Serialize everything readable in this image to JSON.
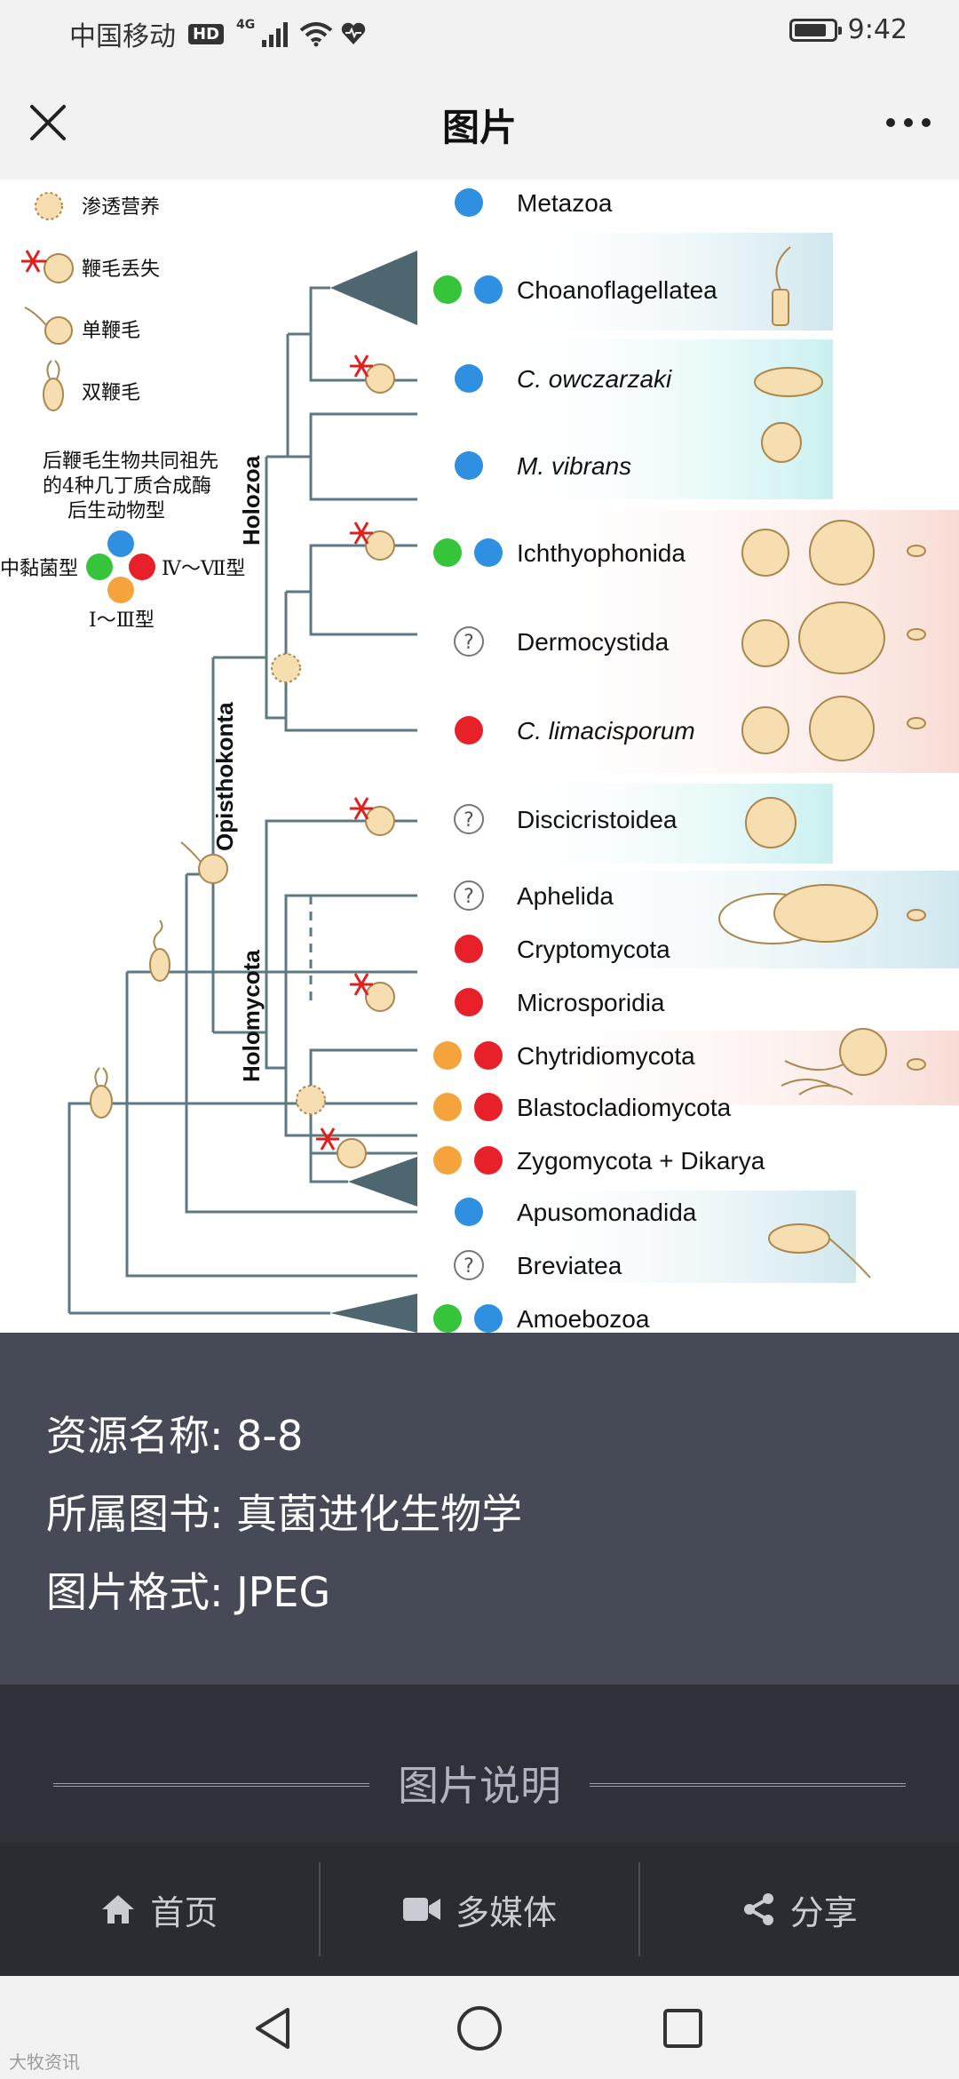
{
  "status_bar": {
    "carrier": "中国移动",
    "hd_badge": "HD",
    "network": "4G",
    "time": "9:42",
    "battery_level": 0.85
  },
  "title_bar": {
    "title": "图片"
  },
  "figure": {
    "legend": {
      "osmotrophy": "渗透营养",
      "flagellum_loss": "鞭毛丢失",
      "uniflagellate": "单鞭毛",
      "biflagellate": "双鞭毛",
      "ancestor_line1": "后鞭毛生物共同祖先",
      "ancestor_line2": "的4种几丁质合成酶",
      "ancestor_line3": "后生动物型",
      "mycetozoa_type": "中黏菌型",
      "type_4_7": "Ⅳ～Ⅶ型",
      "type_1_3": "Ⅰ～Ⅲ型"
    },
    "clades": {
      "holozoa": "Holozoa",
      "opisthokonta": "Opisthokonta",
      "holomycota": "Holomycota"
    },
    "taxa": [
      {
        "name": "Metazoa",
        "dots": [
          "blue"
        ],
        "italic": false
      },
      {
        "name": "Choanoflagellatea",
        "dots": [
          "green",
          "blue"
        ],
        "italic": false
      },
      {
        "name": "C. owczarzaki",
        "dots": [
          "blue"
        ],
        "italic": true
      },
      {
        "name": "M. vibrans",
        "dots": [
          "blue"
        ],
        "italic": true
      },
      {
        "name": "Ichthyophonida",
        "dots": [
          "green",
          "blue"
        ],
        "italic": false
      },
      {
        "name": "Dermocystida",
        "dots": [
          "unknown"
        ],
        "italic": false
      },
      {
        "name": "C. limacisporum",
        "dots": [
          "red"
        ],
        "italic": true
      },
      {
        "name": "Discicristoidea",
        "dots": [
          "unknown"
        ],
        "italic": false
      },
      {
        "name": "Aphelida",
        "dots": [
          "unknown"
        ],
        "italic": false
      },
      {
        "name": "Cryptomycota",
        "dots": [
          "red"
        ],
        "italic": false
      },
      {
        "name": "Microsporidia",
        "dots": [
          "red"
        ],
        "italic": false
      },
      {
        "name": "Chytridiomycota",
        "dots": [
          "orange",
          "red"
        ],
        "italic": false
      },
      {
        "name": "Blastocladiomycota",
        "dots": [
          "orange",
          "red"
        ],
        "italic": false
      },
      {
        "name": "Zygomycota + Dikarya",
        "dots": [
          "orange",
          "red"
        ],
        "italic": false
      },
      {
        "name": "Apusomonadida",
        "dots": [
          "blue"
        ],
        "italic": false
      },
      {
        "name": "Breviatea",
        "dots": [
          "unknown"
        ],
        "italic": false
      },
      {
        "name": "Amoebozoa",
        "dots": [
          "green",
          "blue"
        ],
        "italic": false
      }
    ],
    "unknown_mark": "?",
    "colors": {
      "blue": "#2f8fe0",
      "green": "#35c43a",
      "red": "#e8202a",
      "orange": "#f5a43d",
      "branch": "#5d7a82",
      "cell_fill": "#f6deb0",
      "cell_stroke": "#a9874f",
      "cross": "#e0201f"
    }
  },
  "info": {
    "resource_name": "资源名称: 8-8",
    "book": "所属图书: 真菌进化生物学",
    "format": "图片格式: JPEG"
  },
  "description": {
    "title": "图片说明"
  },
  "bottom_nav": {
    "home": "首页",
    "media": "多媒体",
    "share": "分享"
  },
  "watermark": "大牧资讯"
}
